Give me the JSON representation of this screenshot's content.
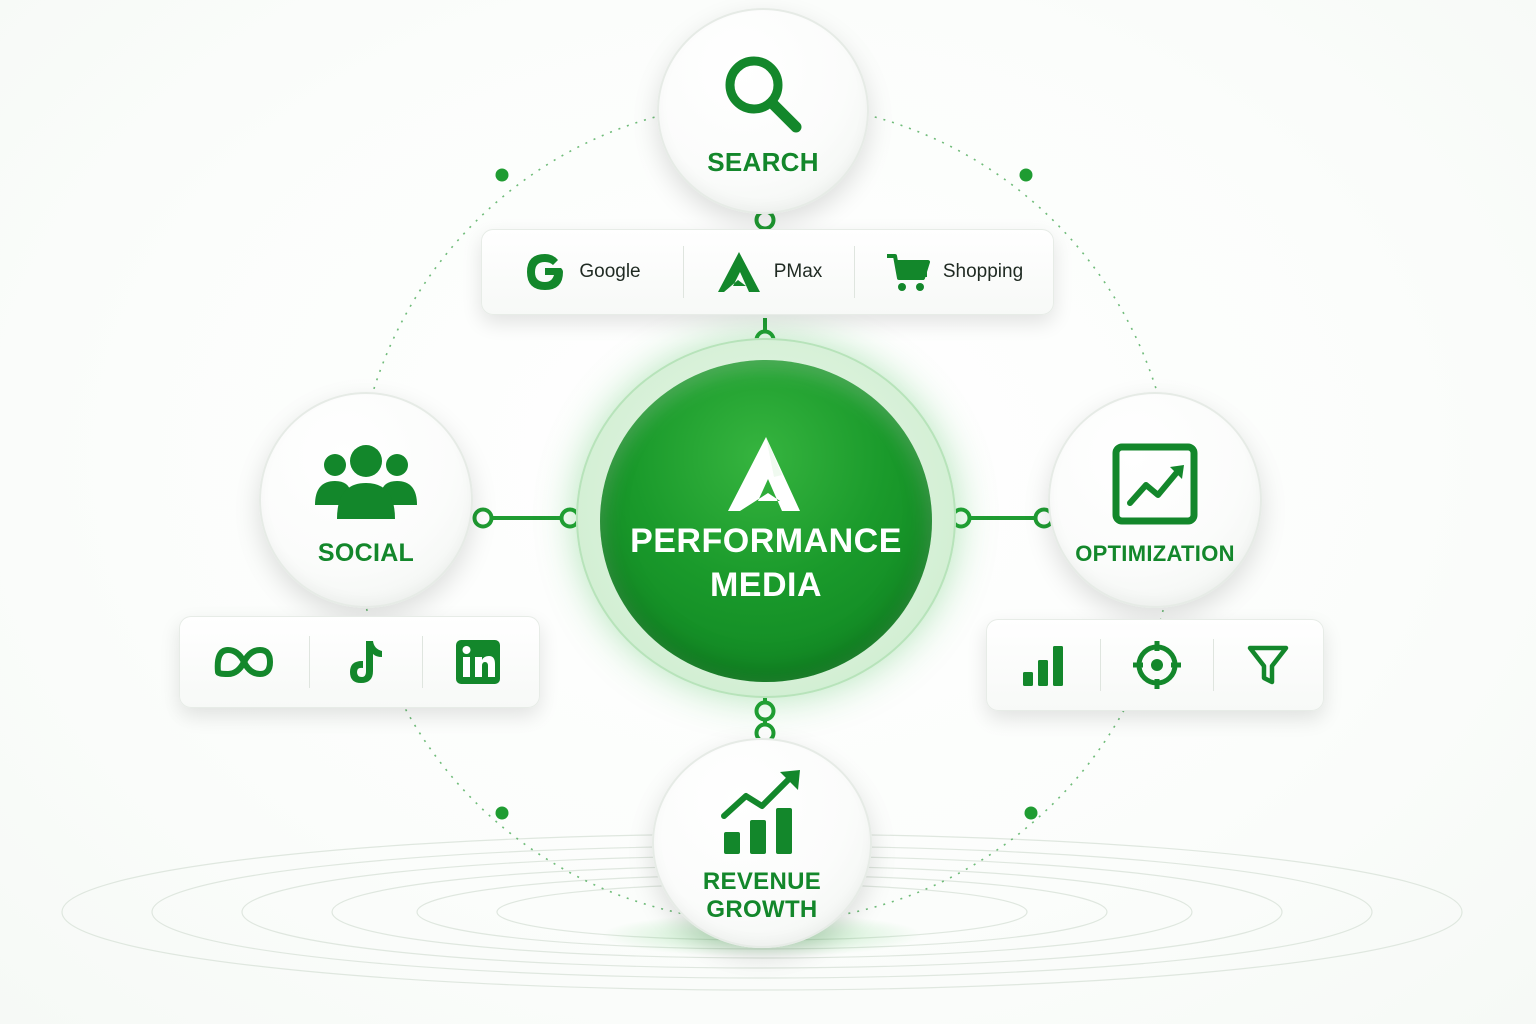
{
  "center": {
    "logo_icon": "brand-a-logo-icon",
    "title_line1": "PERFORMANCE",
    "title_line2": "MEDIA"
  },
  "nodes": {
    "search": {
      "label": "SEARCH",
      "icon": "magnifier-icon"
    },
    "social": {
      "label": "SOCIAL",
      "icon": "people-group-icon"
    },
    "optimization": {
      "label": "OPTIMIZATION",
      "icon": "trend-chart-icon"
    },
    "revenue": {
      "label_line1": "REVENUE",
      "label_line2": "GROWTH",
      "icon": "growth-bars-icon"
    }
  },
  "search_channels": [
    {
      "label": "Google",
      "icon": "google-g-icon"
    },
    {
      "label": "PMax",
      "icon": "pmax-a-icon"
    },
    {
      "label": "Shopping",
      "icon": "shopping-cart-icon"
    }
  ],
  "social_channels": [
    {
      "icon": "meta-icon"
    },
    {
      "icon": "tiktok-icon"
    },
    {
      "icon": "linkedin-icon"
    }
  ],
  "optimization_tools": [
    {
      "icon": "bar-chart-icon"
    },
    {
      "icon": "target-icon"
    },
    {
      "icon": "funnel-icon"
    }
  ],
  "colors": {
    "brand_green": "#13872b",
    "hub_green": "#1a9a2b",
    "text_dark": "#1f2a22"
  }
}
